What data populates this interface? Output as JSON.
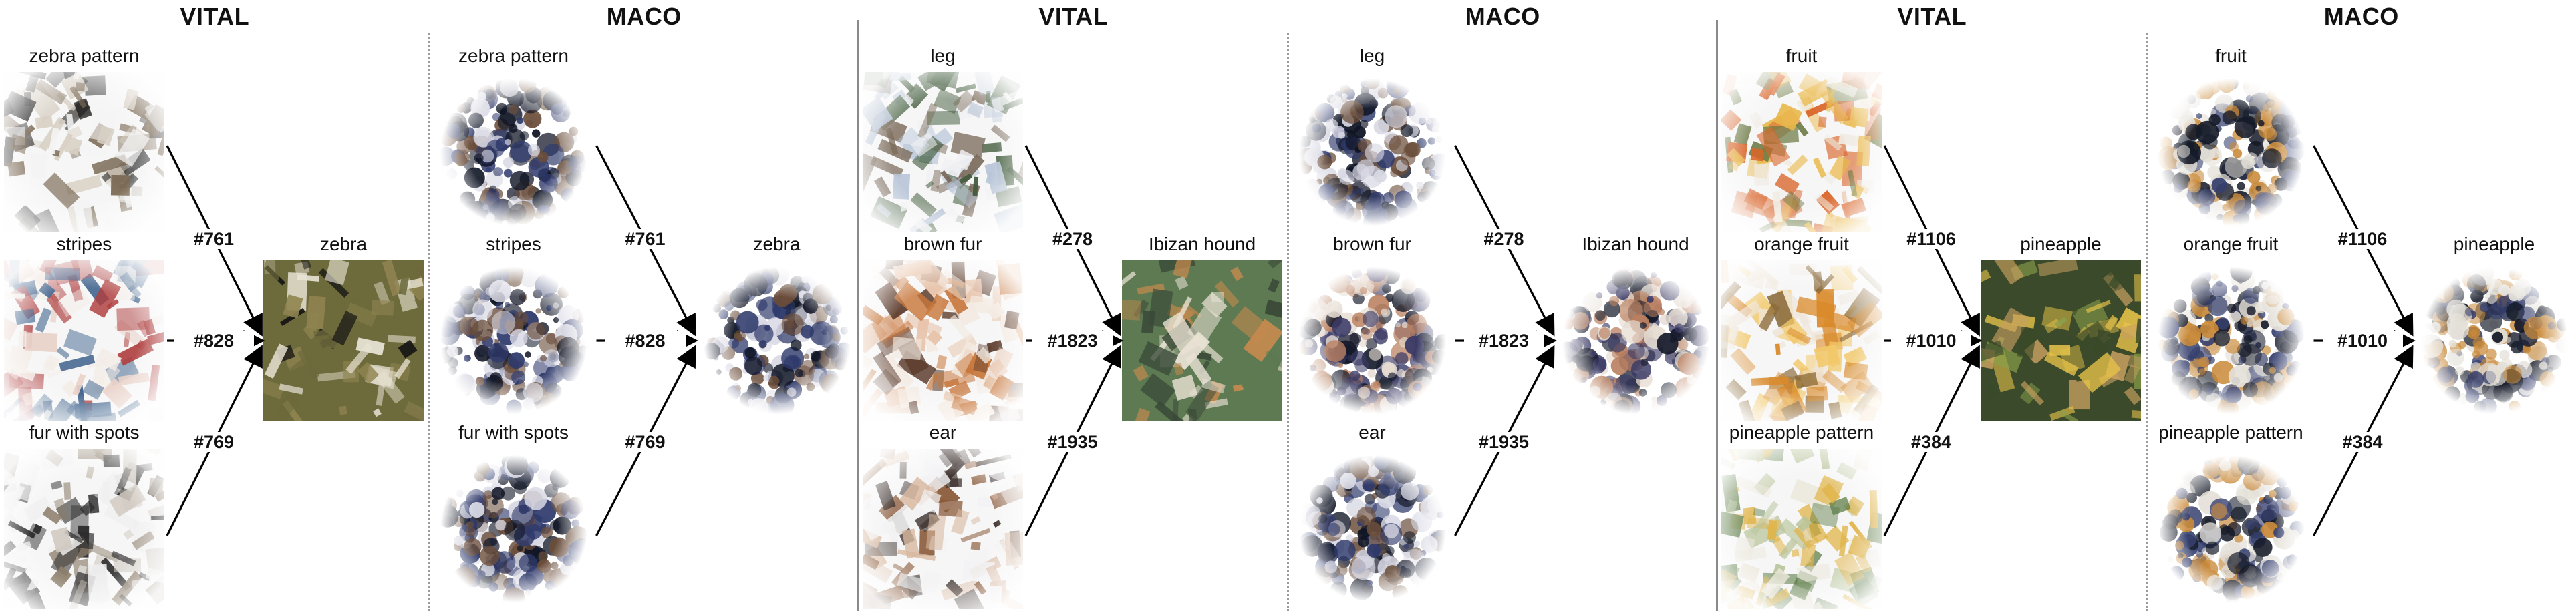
{
  "panels": [
    {
      "method": "VITAL",
      "style": "vital",
      "sources": [
        {
          "label": "zebra pattern",
          "edge": "#761",
          "hue": "zebra"
        },
        {
          "label": "stripes",
          "edge": "#828",
          "hue": "stripes"
        },
        {
          "label": "fur with spots",
          "edge": "#769",
          "hue": "spots"
        }
      ],
      "target": {
        "label": "zebra",
        "hue": "zebra-photo"
      }
    },
    {
      "method": "MACO",
      "style": "maco",
      "sources": [
        {
          "label": "zebra pattern",
          "edge": "#761",
          "hue": "blue"
        },
        {
          "label": "stripes",
          "edge": "#828",
          "hue": "blue"
        },
        {
          "label": "fur with spots",
          "edge": "#769",
          "hue": "blue"
        }
      ],
      "target": {
        "label": "zebra",
        "hue": "blue"
      }
    },
    {
      "method": "VITAL",
      "style": "vital",
      "sources": [
        {
          "label": "leg",
          "edge": "#278",
          "hue": "leg"
        },
        {
          "label": "brown fur",
          "edge": "#1823",
          "hue": "brownfur"
        },
        {
          "label": "ear",
          "edge": "#1935",
          "hue": "ear"
        }
      ],
      "target": {
        "label": "Ibizan hound",
        "hue": "hound-photo"
      }
    },
    {
      "method": "MACO",
      "style": "maco",
      "sources": [
        {
          "label": "leg",
          "edge": "#278",
          "hue": "blue"
        },
        {
          "label": "brown fur",
          "edge": "#1823",
          "hue": "bluebrown"
        },
        {
          "label": "ear",
          "edge": "#1935",
          "hue": "blue"
        }
      ],
      "target": {
        "label": "Ibizan hound",
        "hue": "bluebrown"
      }
    },
    {
      "method": "VITAL",
      "style": "vital",
      "sources": [
        {
          "label": "fruit",
          "edge": "#1106",
          "hue": "fruit"
        },
        {
          "label": "orange fruit",
          "edge": "#1010",
          "hue": "orange"
        },
        {
          "label": "pineapple pattern",
          "edge": "#384",
          "hue": "pine"
        }
      ],
      "target": {
        "label": "pineapple",
        "hue": "pine-photo"
      }
    },
    {
      "method": "MACO",
      "style": "maco",
      "sources": [
        {
          "label": "fruit",
          "edge": "#1106",
          "hue": "blueorange"
        },
        {
          "label": "orange fruit",
          "edge": "#1010",
          "hue": "blueorange"
        },
        {
          "label": "pineapple pattern",
          "edge": "#384",
          "hue": "blueorange"
        }
      ],
      "target": {
        "label": "pineapple",
        "hue": "blueorange"
      }
    }
  ],
  "palette": {
    "zebra": [
      "#f4f4f4",
      "#1a1a1a",
      "#7b6a55",
      "#d8d0c4"
    ],
    "stripes": [
      "#f3ece6",
      "#b04040",
      "#3b5f8a",
      "#e9d2c9"
    ],
    "spots": [
      "#efefef",
      "#2b2b2b",
      "#8c7d6a",
      "#cfc8bf"
    ],
    "zebra-photo": [
      "#6d6a3c",
      "#141414",
      "#e8e3d4",
      "#8f8450"
    ],
    "blue": [
      "#2f3a6b",
      "#d8d8e4",
      "#6a4d3a",
      "#101525"
    ],
    "bluebrown": [
      "#3a3a66",
      "#b98060",
      "#e6dcd2",
      "#151a2a"
    ],
    "blueorange": [
      "#36406e",
      "#c98a3a",
      "#e4e0d8",
      "#151a28"
    ],
    "leg": [
      "#f1f1f3",
      "#3f5a3a",
      "#b9c6d8",
      "#7a6a5a"
    ],
    "brownfur": [
      "#f3e9e0",
      "#c7763a",
      "#5a3a2a",
      "#e7c2a8"
    ],
    "ear": [
      "#f2f2f4",
      "#8a5a3a",
      "#d8b8a0",
      "#3a2e2a"
    ],
    "hound-photo": [
      "#5e7a52",
      "#c68a4e",
      "#e9e2d4",
      "#3a4a38"
    ],
    "fruit": [
      "#f0ece4",
      "#d9652a",
      "#e9b84a",
      "#6b7a44"
    ],
    "orange": [
      "#efe6da",
      "#d98a2a",
      "#8a6a3a",
      "#f2c86a"
    ],
    "pine": [
      "#ece8dc",
      "#e0b44a",
      "#5a7a44",
      "#b8c49a"
    ],
    "pine-photo": [
      "#3a4a2a",
      "#e6c24a",
      "#8aa04a",
      "#c8a060"
    ]
  }
}
